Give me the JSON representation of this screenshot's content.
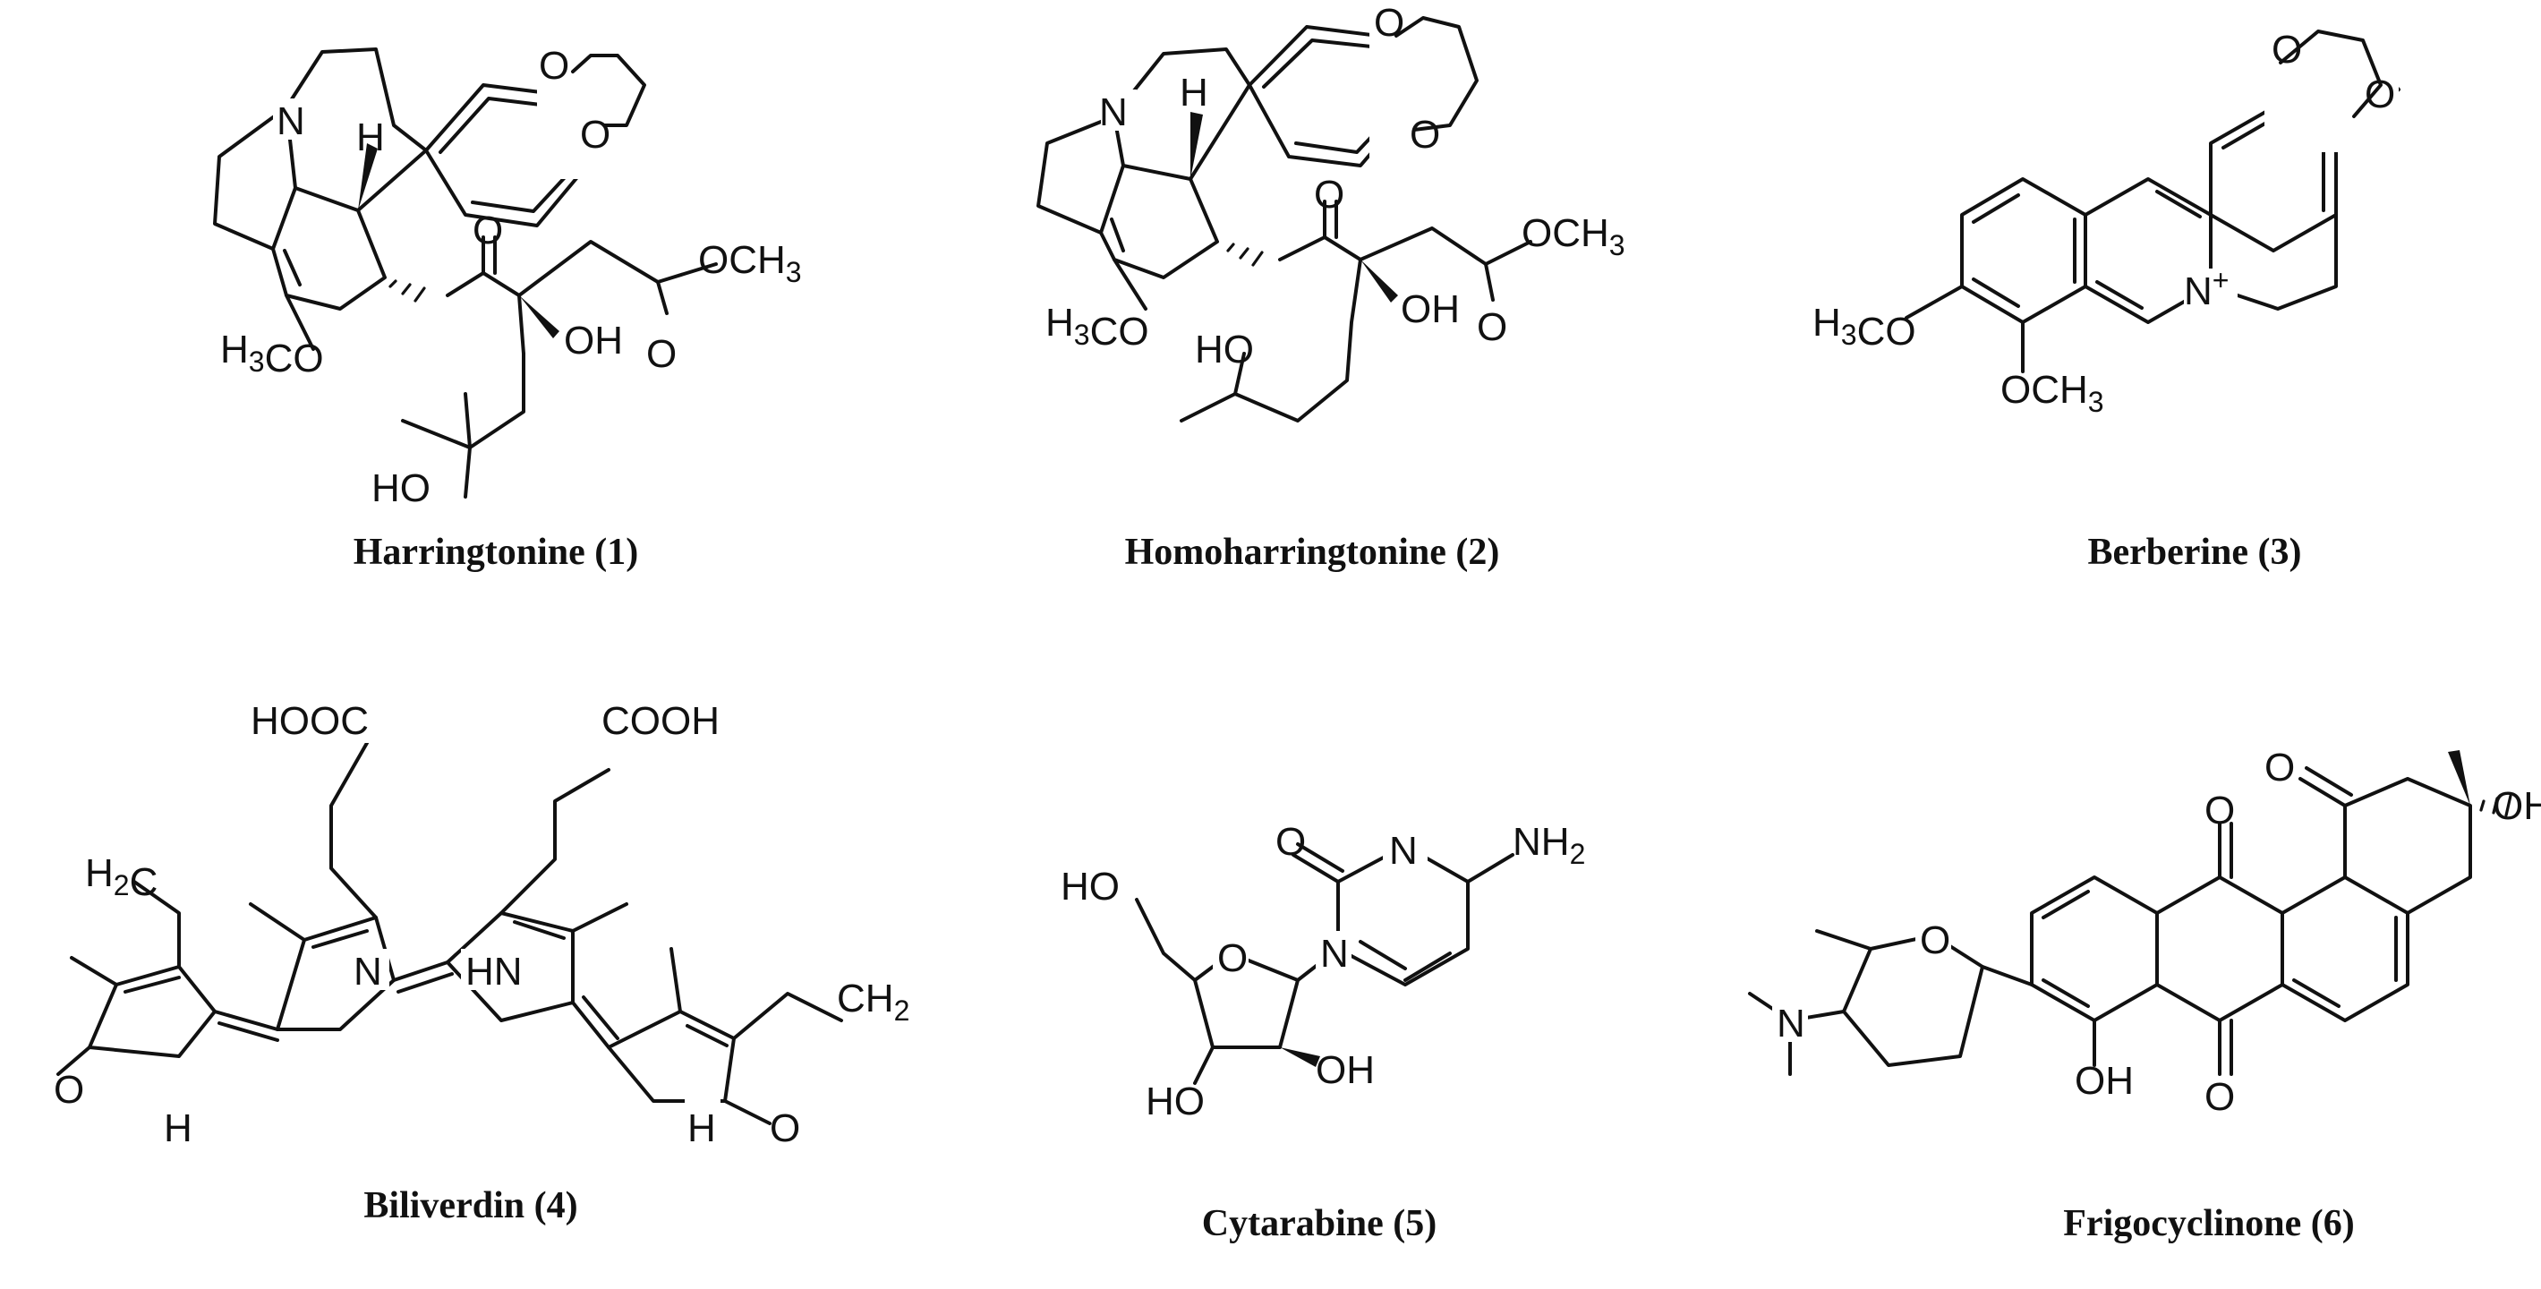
{
  "compounds": [
    {
      "caption": "Harringtonine (1)",
      "atoms": [
        "N",
        "H",
        "O",
        "O",
        "O",
        "OCH3",
        "H3CO",
        "OH",
        "O",
        "HO"
      ]
    },
    {
      "caption": "Homoharringtonine (2)",
      "atoms": [
        "N",
        "H",
        "O",
        "O",
        "O",
        "OCH3",
        "H3CO",
        "OH",
        "O",
        "HO"
      ]
    },
    {
      "caption": "Berberine (3)",
      "atoms": [
        "O",
        "O",
        "N+",
        "H3CO",
        "OCH3"
      ]
    },
    {
      "caption": "Biliverdin (4)",
      "atoms": [
        "HOOC",
        "COOH",
        "H2C",
        "CH2",
        "N",
        "HN",
        "O",
        "H",
        "H",
        "O"
      ]
    },
    {
      "caption": "Cytarabine (5)",
      "atoms": [
        "O",
        "N",
        "NH2",
        "N",
        "HO",
        "O",
        "HO",
        "OH"
      ]
    },
    {
      "caption": "Frigocyclinone (6)",
      "atoms": [
        "O",
        "O",
        "OH",
        "O",
        "O",
        "OH",
        "N"
      ]
    }
  ]
}
